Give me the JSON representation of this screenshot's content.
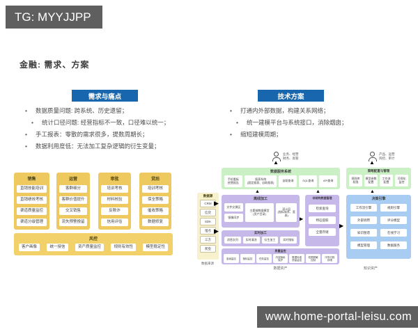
{
  "watermarks": {
    "top": "TG: MYYJJPP",
    "bottom": "www.home-portal-leisu.com"
  },
  "title": "金融: 需求、方案",
  "left_panel": {
    "pill": "需求与痛点",
    "bullets": [
      "数据质量问题: 跨系统、历史遗留；",
      "统计口径问题: 经营指标不一致，口径难以统一；",
      "手工报表：零散的需求很多，提数周期长；",
      "数据利用度低：无法加工复杂逻辑的衍生变量；"
    ]
  },
  "right_panel": {
    "pill": "技术方案",
    "bullets": [
      "打通内外部数据，构建关系网络；",
      "统一建模平台与系统接口，消除烟囱；",
      "缩短建模周期；"
    ]
  },
  "business_map": {
    "columns": [
      {
        "title": "销售",
        "items": [
          "直销技能培训",
          "直销绩效考核",
          "渠道质量监控",
          "渠道分级管理"
        ]
      },
      {
        "title": "运营",
        "items": [
          "客群细分",
          "客群价值提升",
          "交叉销售",
          "流失预警挽留"
        ]
      },
      {
        "title": "审批",
        "items": [
          "培训考核",
          "材料核验",
          "反欺诈",
          "信用评估"
        ]
      },
      {
        "title": "贷后",
        "items": [
          "培训考核",
          "保全策略",
          "催收策略",
          "数据修复"
        ]
      }
    ],
    "risk": {
      "title": "风控",
      "items": [
        "客户画像",
        "统一授信",
        "资产质量监控",
        "规则有效性",
        "模型稳定性"
      ]
    }
  },
  "architecture": {
    "datasource": {
      "title": "数据源",
      "items": [
        "CRM",
        "信贷",
        "SDK",
        "埋点",
        "三方",
        "爬虫"
      ],
      "caption": "数据来源"
    },
    "users": {
      "left": "业务、经营\n财务、高管",
      "right": "产品、运营\n风控、审计"
    },
    "service_layer": {
      "title": "数据服务系统",
      "items": [
        "手机看板\n经营报告",
        "报表系统\n(固定报表、自助报表)",
        "自助查询",
        "SQL查询",
        "API查询"
      ]
    },
    "config_layer": {
      "title": "策略配置与管理",
      "items": [
        "规则库\n权限",
        "模型参数\n配置",
        "工作流\n配置",
        "可视化\n监控"
      ]
    },
    "offline": {
      "title": "离线加工",
      "stack": [
        "文件交换区",
        "镜像同步"
      ],
      "main": "主题域数据模型\n(资产目录)",
      "semantic": "语义层\n(指标体系、宽表)"
    },
    "realtime": {
      "title": "实时加工",
      "items": [
        "消息队列",
        "实时清洗",
        "衍生加工",
        "实时指标"
      ]
    },
    "unstructured": {
      "title": "非结构数据管理",
      "items": [
        "检索查询",
        "特征提取",
        "全量存储"
      ]
    },
    "decision": {
      "title": "决策引擎",
      "items": [
        "工作流引擎",
        "规则引擎",
        "外部调用",
        "评分模型",
        "知识图谱",
        "在线学习",
        "模型管理",
        "数据服务"
      ]
    },
    "quality": {
      "title": "质量监控",
      "items": [
        "血缘监控",
        "指标监控",
        "任务监控",
        "内容隐私\n保护",
        "数据标准\n质量监控",
        "权限脱敏\n控制",
        "冷热归档\n存储"
      ]
    },
    "captions": {
      "data_asset": "数据资产",
      "knowledge_asset": "知识资产"
    }
  },
  "colors": {
    "accent_blue": "#1866AE",
    "badge_gray": "#5F5F5F",
    "map_yellow": "#EEC95F",
    "pale_yellow": "#F7F1CC",
    "green": "#CBF0C5",
    "purple": "#C6B9EA",
    "engine_blue": "#A9CDF2"
  }
}
